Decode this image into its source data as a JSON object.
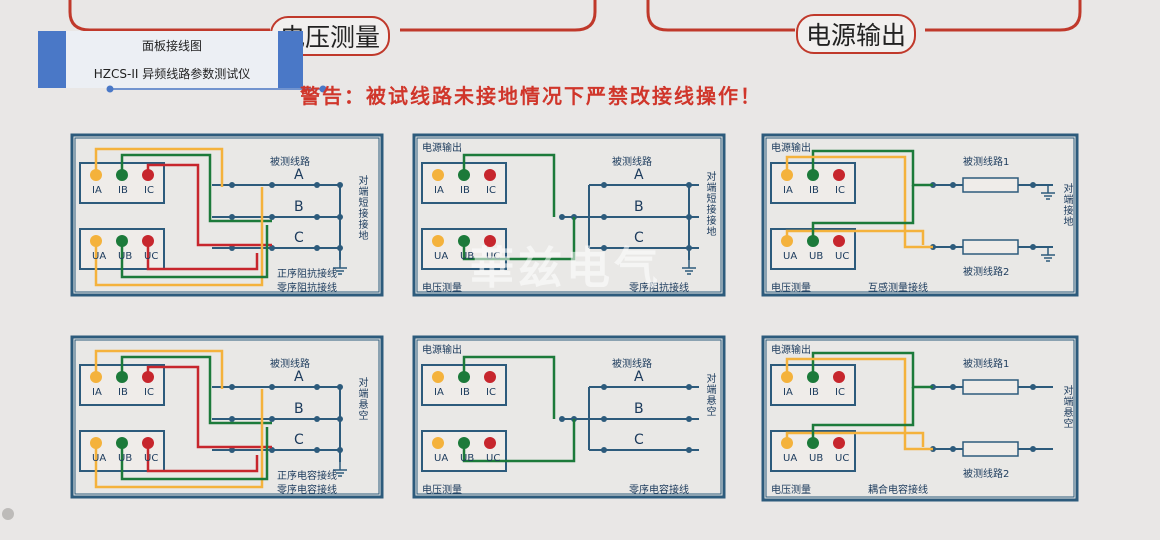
{
  "header": {
    "voltage_label": "电压测量",
    "power_label": "电源输出",
    "warning": "警告：被试线路未接地情况下严禁改接线操作！"
  },
  "banner": {
    "title": "面板接线图",
    "subtitle": "HZCS-II 异频线路参数测试仪"
  },
  "watermark": "華兹电气",
  "panels": [
    {
      "line_title": "被测线路",
      "phases": [
        "A",
        "B",
        "C"
      ],
      "right_text": "对端短接接地",
      "caption1": "正序阻抗接线",
      "caption2": "零序阻抗接线",
      "current_terms": [
        "IA",
        "IB",
        "IC"
      ],
      "voltage_terms": [
        "UA",
        "UB",
        "UC"
      ]
    },
    {
      "power_text": "电源输出",
      "line_title": "被测线路",
      "phases": [
        "A",
        "B",
        "C"
      ],
      "right_text": "对端短接接地",
      "voltage_text": "电压测量",
      "caption": "零序阻抗接线",
      "current_terms": [
        "IA",
        "IB",
        "IC"
      ],
      "voltage_terms": [
        "UA",
        "UB",
        "UC"
      ]
    },
    {
      "power_text": "电源输出",
      "line1": "被测线路1",
      "line2": "被测线路2",
      "right_text": "对端接地",
      "voltage_text": "电压测量",
      "caption": "互感测量接线",
      "current_terms": [
        "IA",
        "IB",
        "IC"
      ],
      "voltage_terms": [
        "UA",
        "UB",
        "UC"
      ]
    },
    {
      "line_title": "被测线路",
      "phases": [
        "A",
        "B",
        "C"
      ],
      "right_text": "对端悬空",
      "caption1": "正序电容接线",
      "caption2": "零序电容接线",
      "current_terms": [
        "IA",
        "IB",
        "IC"
      ],
      "voltage_terms": [
        "UA",
        "UB",
        "UC"
      ]
    },
    {
      "power_text": "电源输出",
      "line_title": "被测线路",
      "phases": [
        "A",
        "B",
        "C"
      ],
      "right_text": "对端悬空",
      "voltage_text": "电压测量",
      "caption": "零序电容接线",
      "current_terms": [
        "IA",
        "IB",
        "IC"
      ],
      "voltage_terms": [
        "UA",
        "UB",
        "UC"
      ]
    },
    {
      "power_text": "电源输出",
      "line1": "被测线路1",
      "line2": "被测线路2",
      "right_text": "对端悬空",
      "voltage_text": "电压测量",
      "caption": "耦合电容接线",
      "current_terms": [
        "IA",
        "IB",
        "IC"
      ],
      "voltage_terms": [
        "UA",
        "UB",
        "UC"
      ]
    }
  ],
  "colors": {
    "frame": "#2d5b7c",
    "yellow": "#f4b23c",
    "green": "#1c7a3a",
    "red": "#c7262d",
    "line": "#2d5b7c",
    "brand": "#c0392b"
  }
}
